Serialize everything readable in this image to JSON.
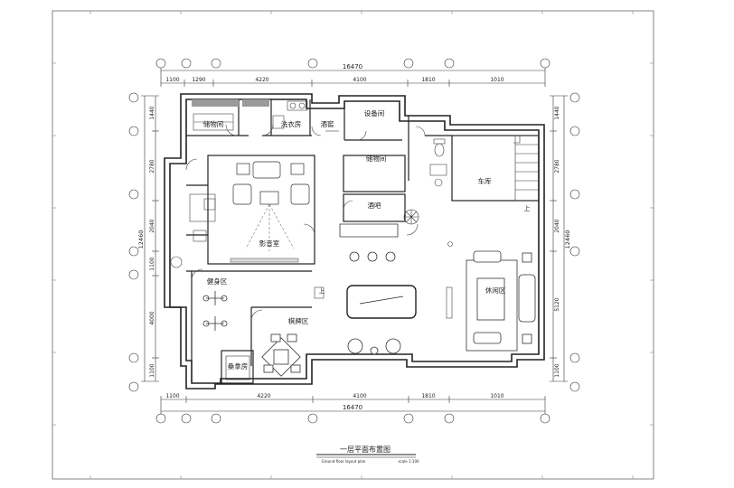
{
  "plan": {
    "title": "一层平面布置图",
    "subtitle": "Ground floor layout plan",
    "scale_note": "scale 1:100"
  },
  "dimensions": {
    "overall": "16470",
    "top_segments": [
      "1100",
      "1290",
      "4220",
      "4100",
      "1810",
      "1010"
    ],
    "bottom_segments": [
      "1100",
      "4220",
      "4100",
      "1810",
      "1010"
    ],
    "left_segments": [
      "1440",
      "2780",
      "2040",
      "1100",
      "4000",
      "1100"
    ],
    "left_total": "12460",
    "right_segments": [
      "1440",
      "2780",
      "2040",
      "5120",
      "1100"
    ],
    "right_total": "12460"
  },
  "rooms": {
    "storage1": "储物间",
    "laundry": "洗衣房",
    "wine": "酒窖",
    "equipment": "设备间",
    "storage2": "储物间",
    "bar": "酒吧",
    "theater": "影音室",
    "lounge": "休闲区",
    "fitness": "健身区",
    "chess": "棋牌区",
    "sauna": "桑拿房",
    "garage": "车库"
  },
  "labels": {
    "up_stair": "上",
    "up_small": "上"
  }
}
